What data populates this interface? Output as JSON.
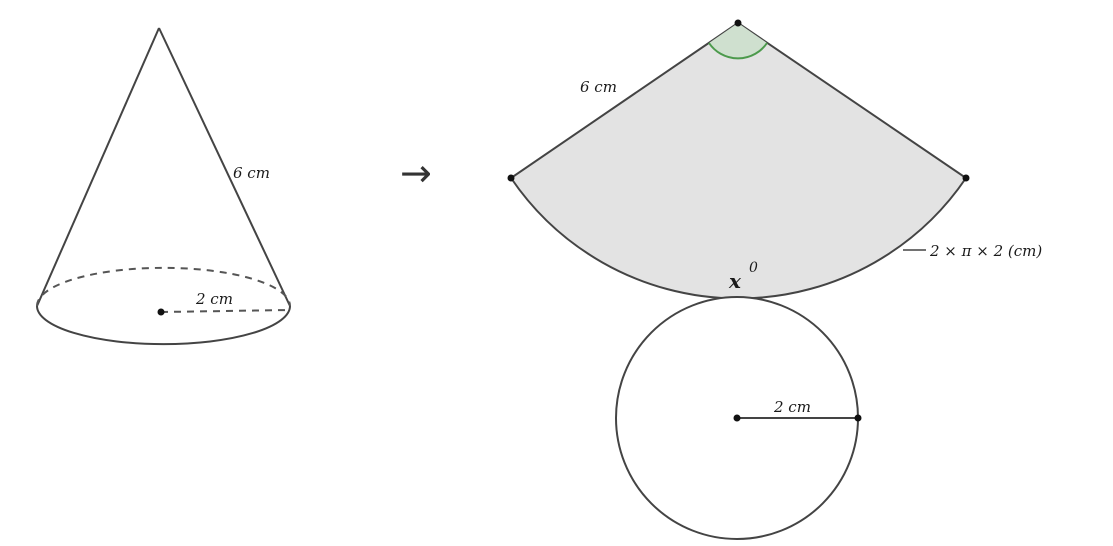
{
  "cone": {
    "slant_label": "6 cm",
    "radius_label": "2 cm"
  },
  "arrow": {
    "symbol": "→"
  },
  "net": {
    "sector": {
      "slant_label": "6 cm",
      "arc_label": "2 × π × 2 (cm)",
      "angle_label": "x",
      "angle_degree": "0"
    },
    "base_circle": {
      "radius_label": "2 cm"
    }
  },
  "colors": {
    "sector_fill": "#e3e3e3",
    "angle_mark": "#4c9a4c",
    "angle_fill": "#cfe0cf",
    "stroke": "#333333"
  }
}
